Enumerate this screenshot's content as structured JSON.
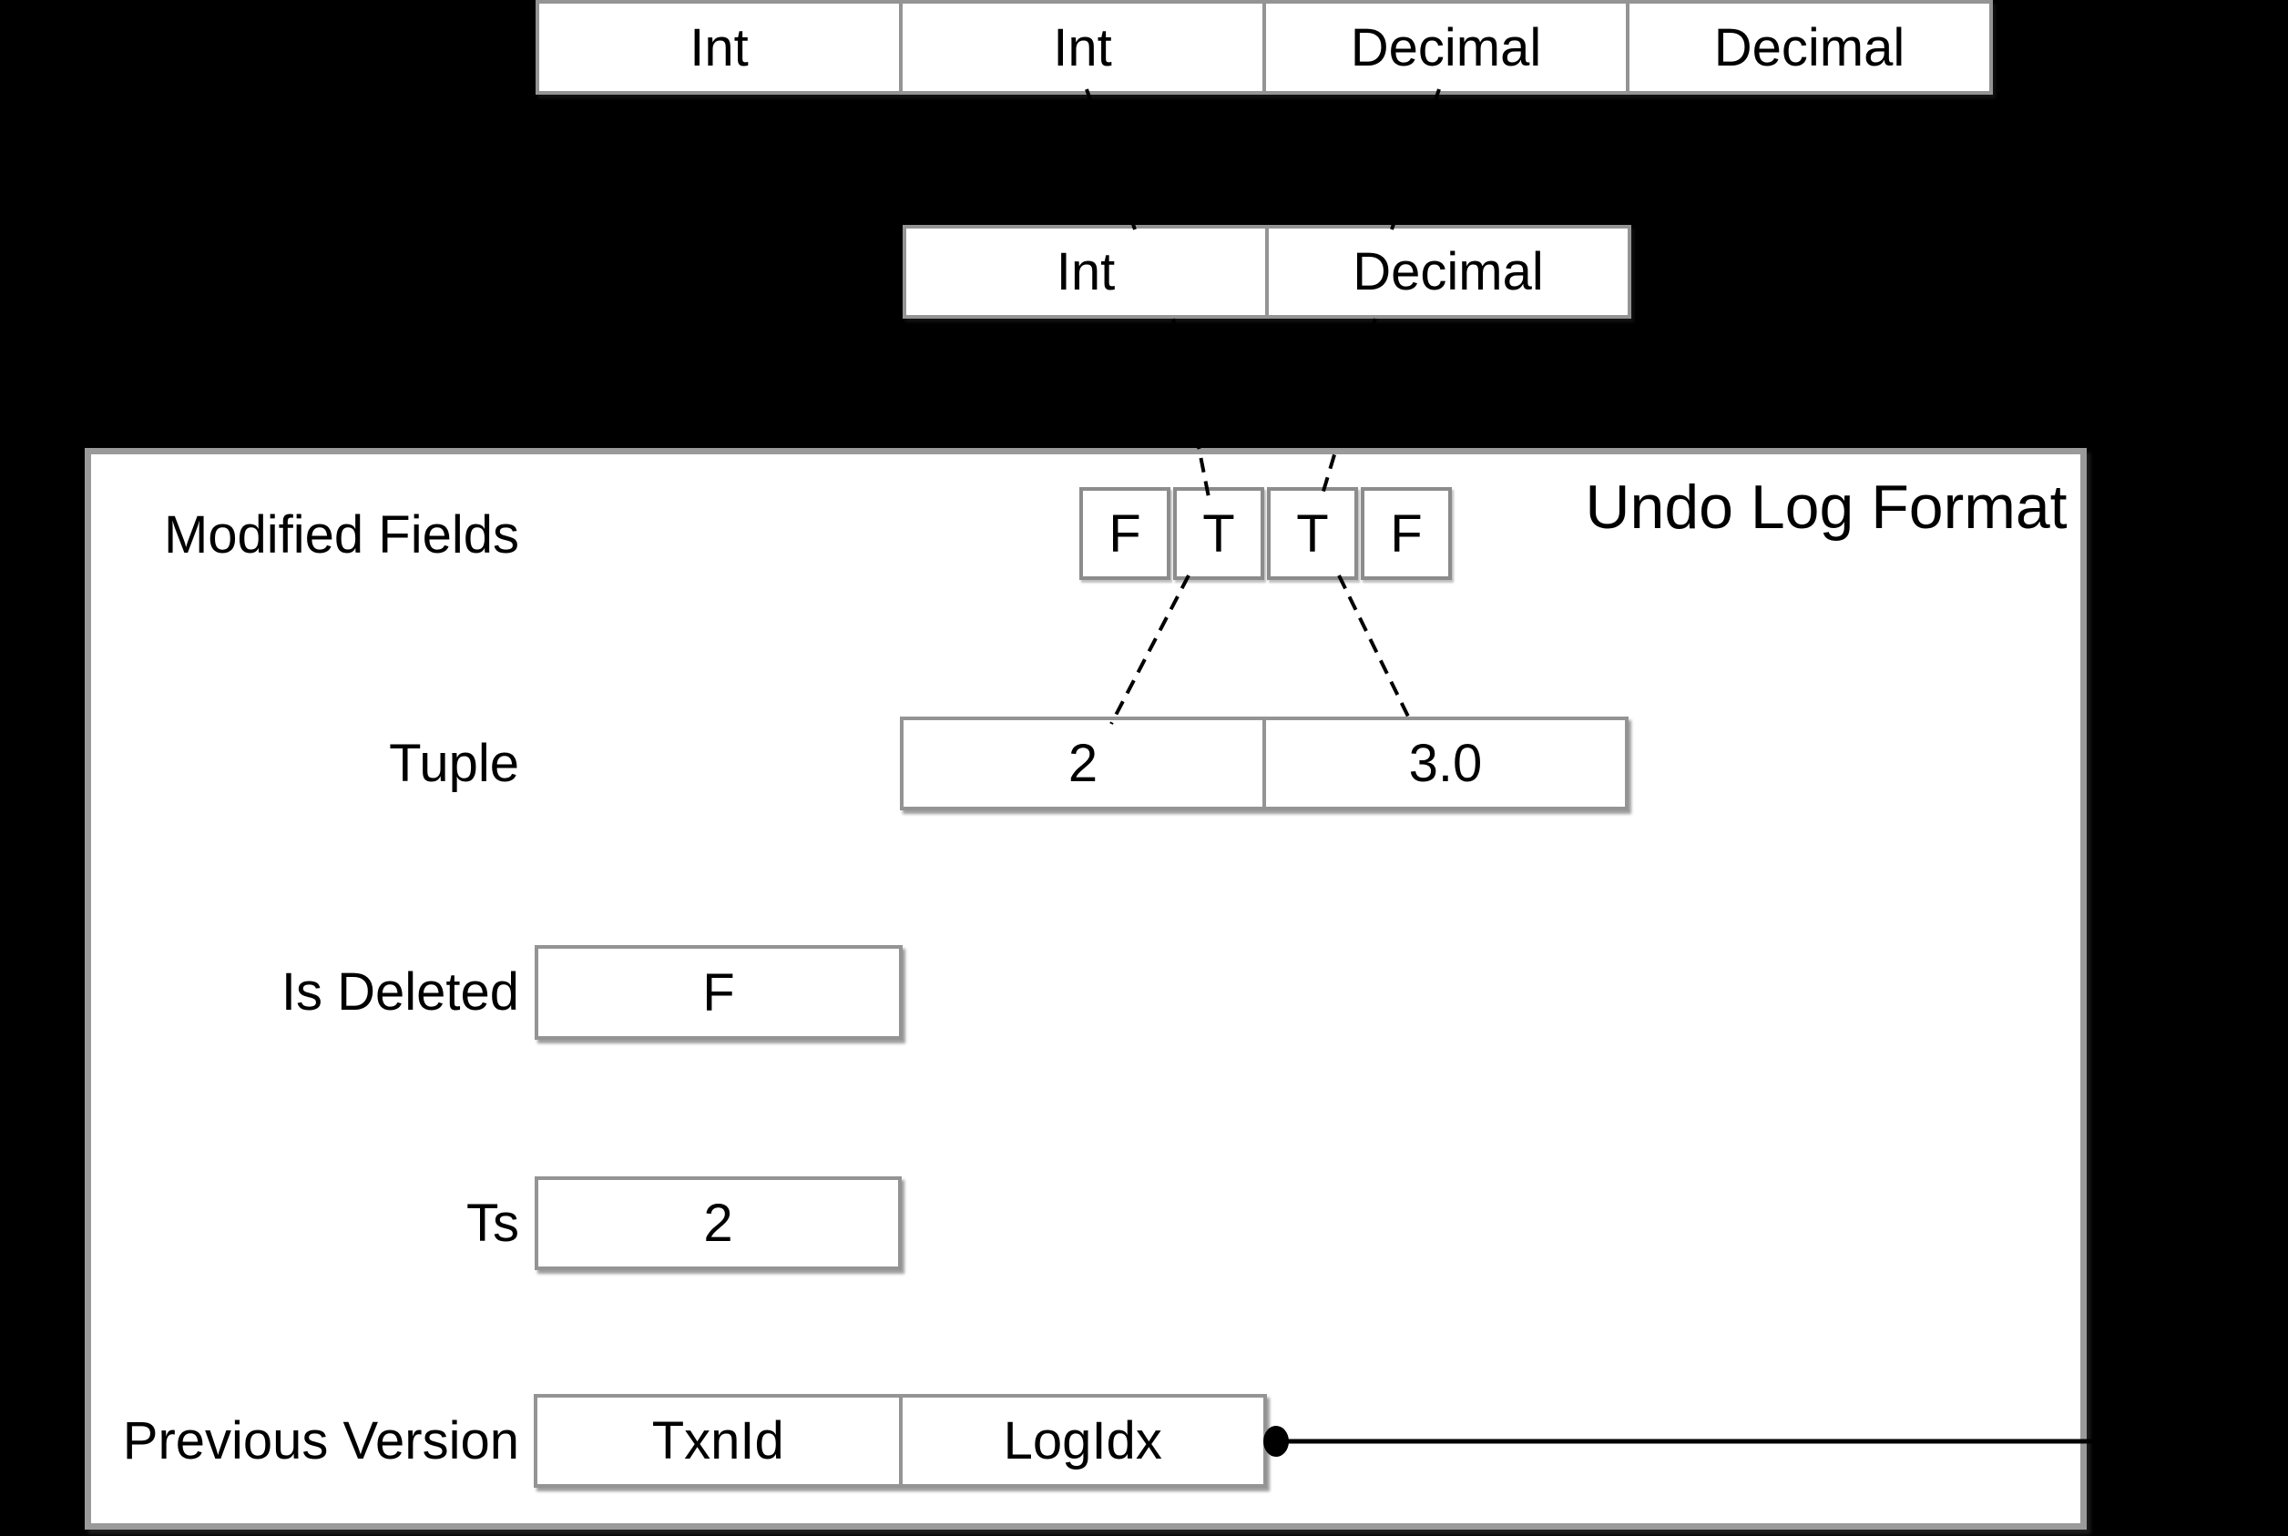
{
  "slide": {
    "background_color": "#000000",
    "schema_row": {
      "cells": [
        "Int",
        "Int",
        "Decimal",
        "Decimal"
      ]
    },
    "delta_row": {
      "cells": [
        "Int",
        "Decimal"
      ]
    },
    "undo_log": {
      "title": "Undo Log Format",
      "modified_fields": {
        "label": "Modified Fields",
        "cells": [
          "F",
          "T",
          "T",
          "F"
        ]
      },
      "tuple": {
        "label": "Tuple",
        "cells": [
          "2",
          "3.0"
        ]
      },
      "is_deleted": {
        "label": "Is Deleted",
        "cells": [
          "F"
        ]
      },
      "ts": {
        "label": "Ts",
        "cells": [
          "2"
        ]
      },
      "previous_version": {
        "label": "Previous Version",
        "cells": [
          "TxnId",
          "LogIdx"
        ]
      }
    },
    "colors": {
      "cell_border": "#949494",
      "box_border": "#9a9a9a",
      "fill": "#ffffff",
      "text": "#000000",
      "connector": "#000000"
    }
  }
}
